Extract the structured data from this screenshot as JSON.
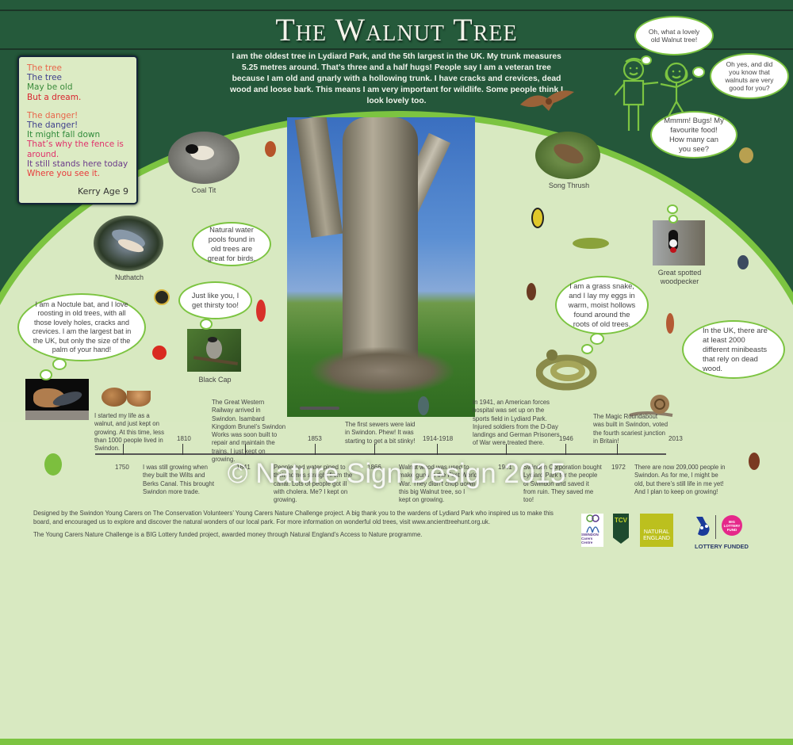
{
  "header": {
    "title": "The Walnut Tree",
    "intro": "I am the oldest tree in Lydiard Park, and the 5th largest in the UK. My trunk measures 5.25 metres around. That’s three and a half hugs! People say I am a veteran tree because I am old and gnarly with a hollowing trunk.  I have cracks and crevices, dead wood  and loose bark. This means I am very important for wildlife. Some people think I look lovely too."
  },
  "poem": {
    "lines": [
      {
        "text": "The tree",
        "color": "#e8654a"
      },
      {
        "text": "The tree",
        "color": "#3f3f8c"
      },
      {
        "text": "May be old",
        "color": "#3a8a3a"
      },
      {
        "text": "But a dream.",
        "color": "#d8232e"
      },
      {
        "text": "The danger!",
        "color": "#e8654a"
      },
      {
        "text": "The danger!",
        "color": "#3f3f8c"
      },
      {
        "text": "It might fall down",
        "color": "#2f8a3a"
      },
      {
        "text": "That’s why the fence is around.",
        "color": "#e0306a"
      },
      {
        "text": "It still stands here today",
        "color": "#6a3a8a"
      },
      {
        "text": "Where you see it.",
        "color": "#e83a3a"
      }
    ],
    "author": "Kerry Age 9"
  },
  "speech": {
    "boy": "Oh, what a lovely old Walnut tree!",
    "girl": "Oh yes, and did you know that walnuts are very good for you?",
    "woodpecker": "Mmmm! Bugs! My favourite food! How many can you see?",
    "snake": "I am a grass snake, and I lay my eggs in warm, moist hollows found around the roots of  old trees.",
    "minibeasts": "In the UK, there are at least 2000 different minibeasts that rely on dead wood.",
    "water": "Natural water pools found in old trees are great for birds.",
    "blackcap": "Just like you, I get thirsty too!",
    "bat": "I am a Noctule bat, and I love roosting in old trees, with all those lovely holes, cracks and crevices. I am the largest bat in the UK, but only the size of the palm of your hand!"
  },
  "captions": {
    "coal_tit": "Coal Tit",
    "nuthatch": "Nuthatch",
    "black_cap": "Black Cap",
    "song_thrush": "Song Thrush",
    "woodpecker": "Great spotted woodpecker"
  },
  "timeline": {
    "above": [
      {
        "year": "1750",
        "text": "I started my life as a walnut, and just kept on growing. At this time, less than 1000 people lived in Swindon."
      },
      {
        "year": "1841",
        "text": "The Great Western Railway arrived in Swindon. Isambard Kingdom Brunel’s Swindon Works was soon built to repair and maintain the trains. I just kept on growing."
      },
      {
        "year": "1866",
        "text": "The first sewers were laid in Swindon. Phew! It was starting to get a bit stinky!"
      },
      {
        "year": "1941",
        "text": "In 1941, an American forces hospital was set up on the sports field in Lydiard Park. Injured soldiers from the D-Day landings and German Prisoners of War were treated there."
      },
      {
        "year": "1972",
        "text": "The Magic Roundabout was built in Swindon, voted the fourth scariest junction in Britain!"
      }
    ],
    "below": [
      {
        "year": "1810",
        "text": "I was still growing when they built the Wilts and Berks Canal. This brought Swindon more trade."
      },
      {
        "year": "1853",
        "text": "People had water piped to their homes straight from the canal. Lots of people got ill with cholera. Me? I kept on growing."
      },
      {
        "year": "1914-1918",
        "text": "Walnut wood was used to make guns in the First World War. They didn’t chop down this big Walnut tree, so I kept on growing."
      },
      {
        "year": "1946",
        "text": "Swindon Corporation bought Lydiard Park for the people of Swindon and saved it from ruin. They saved me too!"
      },
      {
        "year": "2013",
        "text": "There are now 209,000 people in Swindon. As for me, I might be old, but there’s still life in me yet! And I plan to keep on growing!"
      }
    ]
  },
  "credits": {
    "line1": "Designed by the Swindon Young Carers on The Conservation Volunteers’ Young Carers Nature Challenge project. A big thank you to the wardens of Lydiard Park who inspired us to make this board, and encouraged us to explore and discover the natural wonders of our local park. For more information on wonderful old  trees, visit www.ancienttreehunt.org.uk.",
    "line2": "The Young Carers Nature Challenge is a BIG Lottery funded project, awarded money through Natural England’s Access to Nature programme."
  },
  "logos": {
    "swindon": "SWINDON Carers Centre",
    "tcv": "TCV",
    "natural_england": "NATURAL ENGLAND",
    "big_lottery": "BIG LOTTERY FUND",
    "lottery_funded": "LOTTERY FUNDED"
  },
  "watermark": "© Nature Sign Design 2015",
  "colors": {
    "dark_green": "#24573a",
    "light_green": "#d9e9c2",
    "arc_green": "#7cc441"
  }
}
